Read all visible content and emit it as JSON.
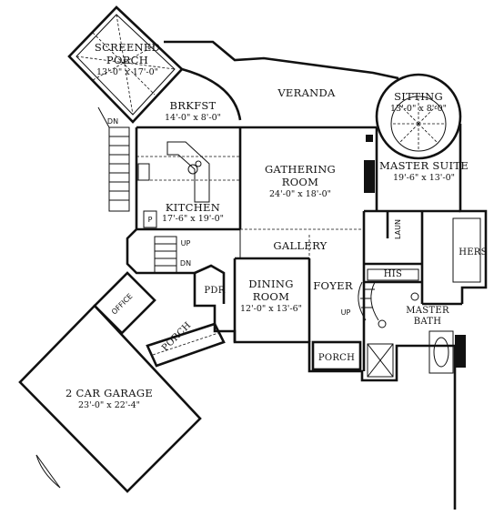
{
  "rooms": {
    "screened_porch": {
      "name_line1": "SCREENED",
      "name_line2": "PORCH",
      "dims": "13'-0\" x 17'-0\""
    },
    "brkfst": {
      "name": "BRKFST",
      "dims": "14'-0\" x 8'-0\""
    },
    "veranda": {
      "name": "VERANDA"
    },
    "sitting": {
      "name": "SITTING",
      "dims": "13'-0\" x 8'-0\""
    },
    "gathering_room": {
      "name_line1": "GATHERING",
      "name_line2": "ROOM",
      "dims": "24'-0\" x 18'-0\""
    },
    "master_suite": {
      "name": "MASTER SUITE",
      "dims": "19'-6\" x 13'-0\""
    },
    "kitchen": {
      "name": "KITCHEN",
      "dims": "17'-6\" x 19'-0\""
    },
    "gallery": {
      "name": "GALLERY"
    },
    "dining_room": {
      "name_line1": "DINING",
      "name_line2": "ROOM",
      "dims": "12'-0\" x 13'-6\""
    },
    "foyer": {
      "name": "FOYER"
    },
    "office": {
      "name": "OFFICE"
    },
    "pdr": {
      "name": "PDR"
    },
    "porch_side": {
      "name": "PORCH"
    },
    "porch_front": {
      "name": "PORCH"
    },
    "laun": {
      "name": "LAUN"
    },
    "his": {
      "name": "HIS"
    },
    "hers": {
      "name": "HERS"
    },
    "master_bath": {
      "name_line1": "MASTER",
      "name_line2": "BATH"
    },
    "garage": {
      "name": "2 CAR GARAGE",
      "dims": "23'-0\" x 22'-4\""
    }
  },
  "markers": {
    "dn_top": "DN",
    "up_stair": "UP",
    "dn_stair": "DN",
    "up_foyer": "UP",
    "pantry": "P"
  }
}
